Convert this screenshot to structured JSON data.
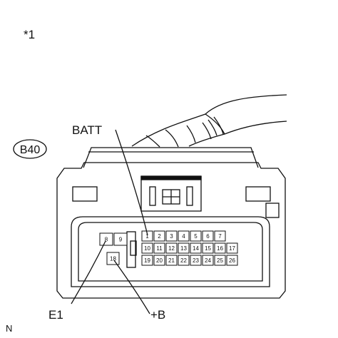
{
  "figure": {
    "note_mark": "*1",
    "connector_code": "B40",
    "corner_mark": "N",
    "labels": {
      "batt": "BATT",
      "e1": "E1",
      "plus_b": "+B"
    }
  },
  "connector": {
    "pins": {
      "left_top": [
        "8",
        "9"
      ],
      "left_bottom": [
        "18"
      ],
      "row1": [
        "1",
        "2",
        "3",
        "4",
        "5",
        "6",
        "7"
      ],
      "row2": [
        "10",
        "11",
        "12",
        "13",
        "14",
        "15",
        "16",
        "17"
      ],
      "row3": [
        "19",
        "20",
        "21",
        "22",
        "23",
        "24",
        "25",
        "26"
      ]
    }
  }
}
